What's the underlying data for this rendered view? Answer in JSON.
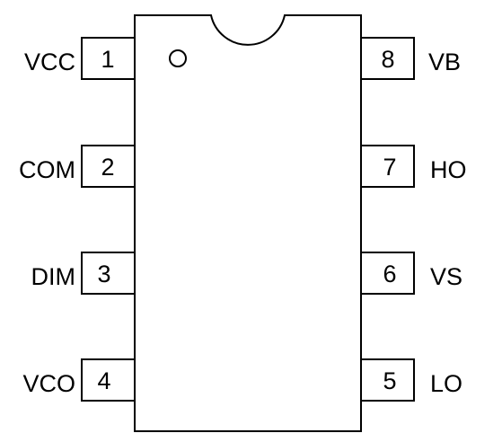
{
  "pins": [
    {
      "number": "1",
      "name": "VCC"
    },
    {
      "number": "2",
      "name": "COM"
    },
    {
      "number": "3",
      "name": "DIM"
    },
    {
      "number": "4",
      "name": "VCO"
    },
    {
      "number": "8",
      "name": "VB"
    },
    {
      "number": "7",
      "name": "HO"
    },
    {
      "number": "6",
      "name": "VS"
    },
    {
      "number": "5",
      "name": "LO"
    }
  ],
  "colors": {
    "stroke": "#000000",
    "background": "#ffffff"
  }
}
